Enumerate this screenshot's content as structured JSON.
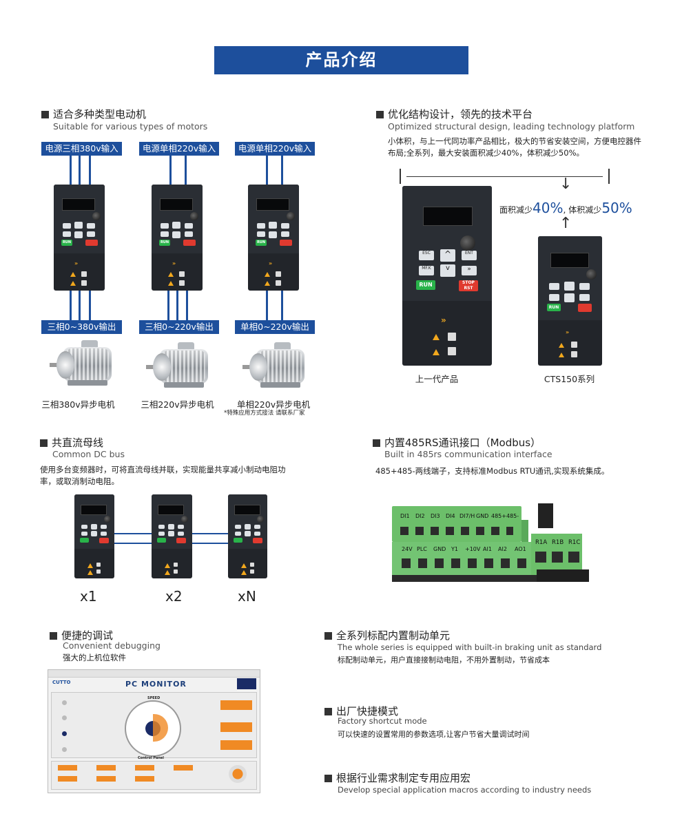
{
  "banner": {
    "title": "产品介绍"
  },
  "motors": {
    "title_cn": "适合多种类型电动机",
    "title_en": "Suitable for various types of motors",
    "inputs": [
      "电源三相380v输入",
      "电源单相220v输入",
      "电源单相220v输入"
    ],
    "outputs": [
      "三相0~380v输出",
      "三相0~220v输出",
      "单相0~220v输出"
    ],
    "captions": [
      "三相380v异步电机",
      "三相220v异步电机",
      "单相220v异步电机"
    ],
    "note": "*特殊应用方式接法 请联系厂家"
  },
  "structure": {
    "title_cn": "优化结构设计，领先的技术平台",
    "title_en": "Optimized structural design, leading technology platform",
    "desc": "小体积，与上一代同功率产品相比，极大的节省安装空间，方便电控器件布局;全系列，最大安装面积减少40%，体积减少50%。",
    "area_label": "面积减少",
    "area_value": "40%",
    "separator": ",",
    "volume_label": "体积减少",
    "volume_value": "50%",
    "old_label": "上一代产品",
    "new_label": "CTS150系列"
  },
  "dcbus": {
    "title_cn": "共直流母线",
    "title_en": "Common DC bus",
    "desc": "使用多台变频器时，可将直流母线并联，实现能量共享减小制动电阻功率，或取消制动电阻。",
    "labels": [
      "x1",
      "x2",
      "xN"
    ]
  },
  "modbus": {
    "title_cn": "内置485RS通讯接口（Modbus）",
    "title_en": "Built in 485rs communication interface",
    "desc": "485+485-两线端子，支持标准Modbus RTU通讯,实现系统集成。",
    "top_terminals": [
      "DI1",
      "DI2",
      "DI3",
      "DI4",
      "DI7/H",
      "GND",
      "485+",
      "485-"
    ],
    "bottom_terminals": [
      "24V",
      "PLC",
      "GND",
      "Y1",
      "+10V",
      "AI1",
      "AI2",
      "AO1"
    ],
    "relay_terminals": [
      "R1A",
      "R1B",
      "R1C"
    ]
  },
  "debug": {
    "title_cn": "便捷的调试",
    "title_en": "Convenient debugging",
    "desc": "强大的上机位软件",
    "app_title": "PC MONITOR",
    "brand": "CUTTO",
    "gauge_label": "SPEED",
    "panel_label": "Control Panel"
  },
  "features": [
    {
      "title_cn": "全系列标配内置制动单元",
      "title_en": "The whole series is equipped with built-in braking unit as standard",
      "desc": "标配制动单元，用户直接接制动电阻，不用外置制动，节省成本"
    },
    {
      "title_cn": "出厂快捷模式",
      "title_en": "Factory shortcut mode",
      "desc": "可以快速的设置常用的参数选项,让客户节省大量调试时间"
    },
    {
      "title_cn": "根据行业需求制定专用应用宏",
      "title_en": "Develop special application macros according to industry needs",
      "desc": ""
    }
  ],
  "drive_keys": {
    "esc": "ESC",
    "ent": "ENT",
    "mfk": "MF.K",
    "run": "RUN",
    "stop": "STOP RST"
  },
  "colors": {
    "brand_blue": "#1d4f9c",
    "run_green": "#29b34a",
    "stop_red": "#e03a2f",
    "warn_orange": "#f2a81d"
  }
}
